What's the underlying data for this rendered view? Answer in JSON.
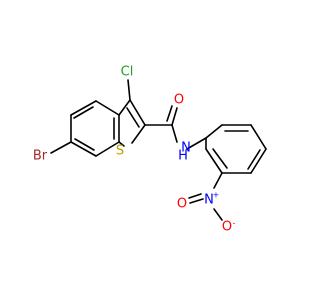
{
  "molecule": {
    "atoms": {
      "br": {
        "symbol": "Br",
        "color": "#a52a2a"
      },
      "cl": {
        "symbol": "Cl",
        "color": "#1fa01f"
      },
      "s": {
        "symbol": "S",
        "color": "#b8a000"
      },
      "o_carbonyl": {
        "symbol": "O",
        "color": "#ff0000"
      },
      "n_amide": {
        "symbol": "N",
        "color": "#0000ff"
      },
      "h_amide": {
        "symbol": "H",
        "color": "#0000ff"
      },
      "n_nitro": {
        "symbol": "N",
        "color": "#0000ff"
      },
      "n_nitro_charge": {
        "symbol": "+",
        "color": "#0000ff"
      },
      "o_nitro_left": {
        "symbol": "O",
        "color": "#ff0000"
      },
      "o_nitro_right": {
        "symbol": "O",
        "color": "#ff0000"
      },
      "o_nitro_charge": {
        "symbol": "-",
        "color": "#ff0000"
      }
    }
  }
}
